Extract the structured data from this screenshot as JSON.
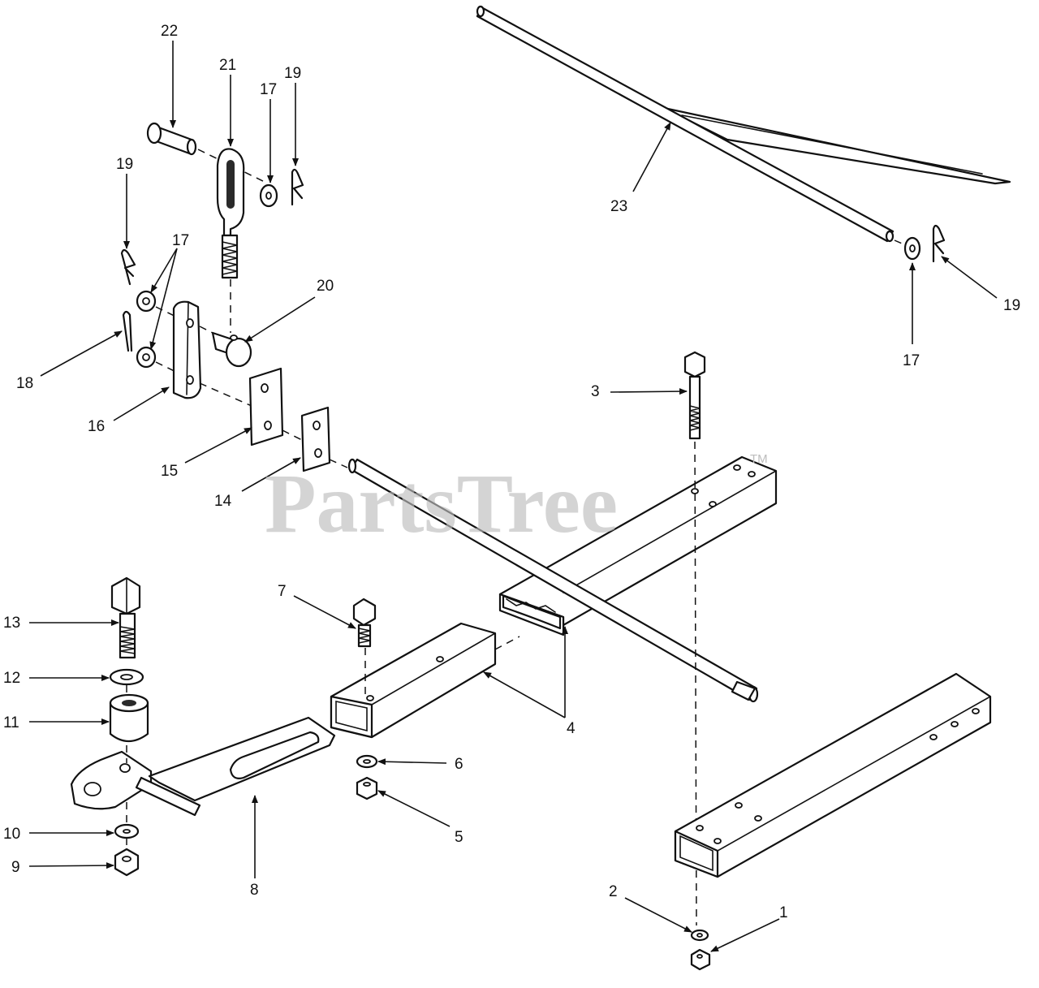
{
  "watermark": {
    "text": "PartsTree",
    "mark": "TM"
  },
  "callouts": [
    "1",
    "2",
    "3",
    "4",
    "5",
    "6",
    "7",
    "8",
    "9",
    "10",
    "11",
    "12",
    "13",
    "14",
    "15",
    "16",
    "17",
    "18",
    "19",
    "20",
    "21",
    "22",
    "23"
  ],
  "colors": {
    "line": "#111111",
    "watermark": "#bdbdbd",
    "background": "#ffffff"
  }
}
